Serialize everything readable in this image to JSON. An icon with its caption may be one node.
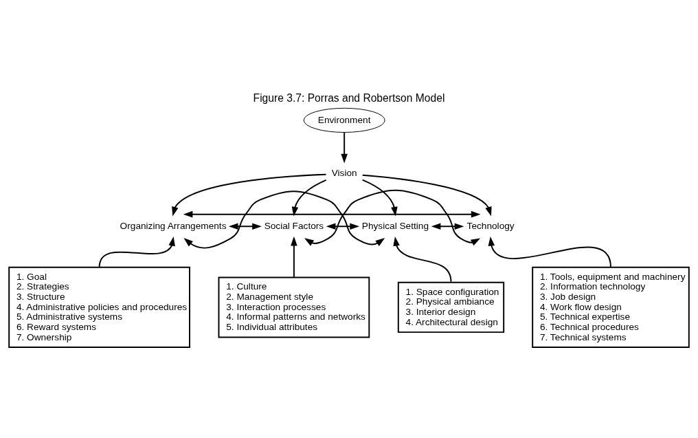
{
  "diagram": {
    "title": "Figure 3.7: Porras and Robertson Model",
    "nodes": [
      {
        "text": [
          "Environment"
        ]
      },
      {
        "text": [
          "Vision"
        ]
      },
      {
        "text": [
          "Organizing Arrangements"
        ]
      },
      {
        "text": [
          "Physical Setting"
        ]
      },
      {
        "text": [
          "Social Factors"
        ]
      },
      {
        "text": [
          "Technology"
        ]
      },
      {
        "text": [
          "1. Goal",
          "2. Strategies",
          "3. Structure",
          "4. Administrative policies and procedures",
          "5. Administrative systems",
          "6. Reward systems",
          "7. Ownership"
        ]
      },
      {
        "text": [
          "1. Culture",
          "2. Management style",
          "3. Interaction processes",
          "4. Informal patterns and networks",
          "5. Individual attributes"
        ]
      },
      {
        "text": [
          "1. Space configuration",
          "2. Physical ambiance",
          "3. Interior design",
          "4. Architectural design"
        ]
      },
      {
        "text": [
          "1. Tools, equipment and machinery",
          "2. Information technology",
          "3. Job design",
          "4. Work flow design",
          "5. Technical expertise",
          "6. Technical procedures",
          "7. Technical systems"
        ]
      }
    ],
    "edges": [
      {
        "from": 0,
        "to": 1,
        "arrow": "to"
      },
      {
        "from": 1,
        "to": 2,
        "arrow": "to"
      },
      {
        "from": 1,
        "to": 3,
        "arrow": "to"
      },
      {
        "from": 1,
        "to": 4,
        "arrow": "to"
      },
      {
        "from": 1,
        "to": 5,
        "arrow": "to"
      },
      {
        "from": 2,
        "to": 3,
        "arrow": "both"
      },
      {
        "from": 2,
        "to": 4,
        "arrow": "both"
      },
      {
        "from": 2,
        "to": 5,
        "arrow": "both"
      },
      {
        "from": 4,
        "to": 3,
        "arrow": "both"
      },
      {
        "from": 4,
        "to": 5,
        "arrow": "both"
      },
      {
        "from": 3,
        "to": 5,
        "arrow": "both"
      },
      {
        "from": 6,
        "to": 2,
        "arrow": "to"
      },
      {
        "from": 7,
        "to": 4,
        "arrow": "to"
      },
      {
        "from": 8,
        "to": 3,
        "arrow": "to"
      },
      {
        "from": 9,
        "to": 5,
        "arrow": "to"
      }
    ]
  }
}
